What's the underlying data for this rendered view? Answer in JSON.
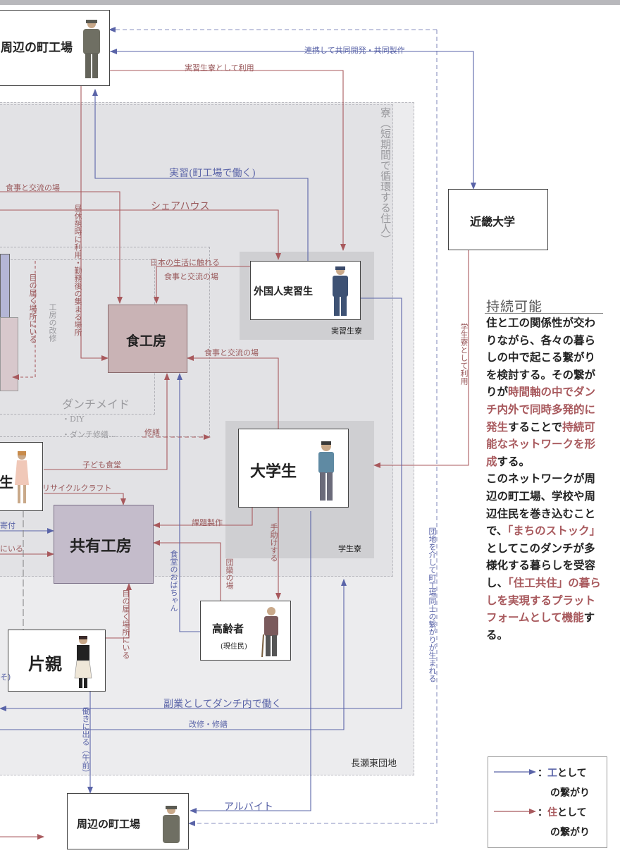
{
  "nodes": {
    "factory_top": "周辺の町工場",
    "factory_bottom": "周辺の町工場",
    "kindai": "近畿大学",
    "foreign_trainee": "外国人実習生",
    "trainee_dorm": "実習生寮",
    "shokukobo": "食工房",
    "student": "大学生",
    "student_dorm": "学生寮",
    "kyoyu_kobo": "共有工房",
    "elderly": "高齢者",
    "elderly_note": "(現住民)",
    "single_parent": "片親",
    "danchi": "長瀬東団地"
  },
  "zones": {
    "dorm_caption": "寮（短期間で循環する住人）",
    "danchi_made_title": "ダンチメイド",
    "danchi_made_item1": "・DIY",
    "danchi_made_item2": "・ダンチ修繕…"
  },
  "links": {
    "renkei": "連携して共同開発・共同製作",
    "jisshu_ryo": "実習生寮として利用",
    "jisshu_work": "実習(町工場で働く)",
    "shokuji_koryu_1": "食事と交流の場",
    "share_house": "シェアハウス",
    "nihon_seikatsu_1": "日本の生活に触れる",
    "nihon_seikatsu_2": "食事と交流の場",
    "shokuji_koryu_2": "食事と交流の場",
    "hiru_kyukei": "昼休憩時に利用・勤務後の集まる場所",
    "kobo_kaishu": "工房の改修",
    "me_no_todoku_1": "目の届く場所にいる",
    "shuzen": "修繕",
    "kodomo_shokudo": "子ども食堂",
    "recycle_craft": "リサイクルクラフト",
    "kifu": "寄付",
    "ni_iru": "にいる",
    "kadai_seisaku": "課題製作",
    "danran": "団欒の場",
    "tedasuke": "手助けする",
    "shokudo_obachan": "食堂のおばちゃん",
    "me_no_todoku_2": "目の届く場所にいる",
    "gakusei_ryo": "学生寮として利用",
    "fukugyo": "副業としてダンチ内で働く",
    "kaishu_shuzen": "改修・修繕",
    "hataraki": "働きに出る（午前）",
    "danchi_tsunagari": "団地を介して町工場同士の繋がりが生まれる",
    "arubaito": "アルバイト",
    "cut_label": "そ)"
  },
  "sidebar": {
    "title": "持続可能",
    "p1_a": "住と工の関係性が交わりながら、各々の暮らしの中で起こる繋がりを検討する。その繋がりが",
    "p1_hl1": "時間軸の中でダンチ内外で同時多発的に発生",
    "p1_b": "することで",
    "p1_hl2": "持続可能なネットワークを形成",
    "p1_c": "する。",
    "p2_a": "このネットワークが周辺の町工場、学校や周辺住民を巻き込むことで、",
    "p2_hl1": "「まちのストック」",
    "p2_b": "としてこのダンチが多様化する暮らしを受容し、",
    "p2_hl2": "「住工共住」の暮らしを実現するプラットフォームとして機能",
    "p2_c": "する。"
  },
  "legend": {
    "blue_colon": "：",
    "blue_char": "工",
    "blue_rest": "として",
    "blue_line2": "の繋がり",
    "red_colon": "：",
    "red_char": "住",
    "red_rest": "として",
    "red_line2": "の繋がり"
  },
  "colors": {
    "work_link": "#5a64a8",
    "live_link": "#a8595d",
    "shokukobo_fill": "#c9b3b5",
    "kyoyu_fill": "#c4bccb"
  }
}
